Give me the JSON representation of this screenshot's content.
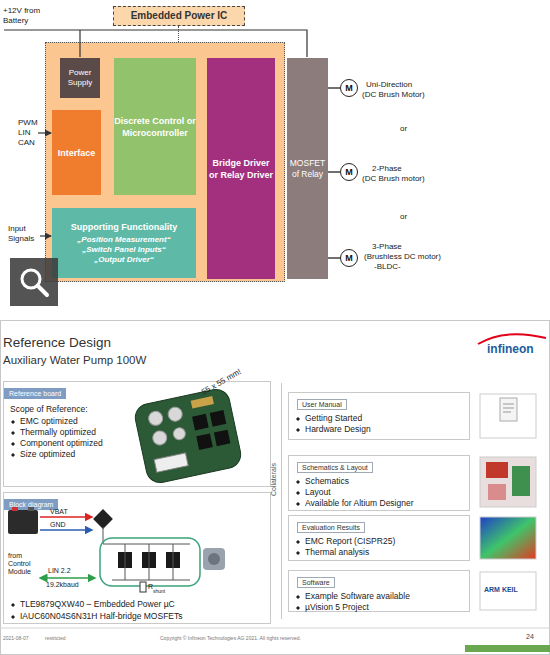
{
  "diagram": {
    "title": "Reference Design",
    "nodes": [
      {
        "text": [
          "Embedded Power IC"
        ]
      },
      {
        "text": [
          "Power Supply"
        ],
        "in": 0
      },
      {
        "text": [
          "Interface"
        ],
        "in": 0
      },
      {
        "text": [
          "Discrete Control or Microcontroller"
        ],
        "in": 0
      },
      {
        "text": [
          "Bridge Driver or Relay Driver"
        ],
        "in": 0
      },
      {
        "text": [
          "Supporting Functionality",
          "„Position Measurement“",
          "„Switch Panel Inputs“",
          "„Output Driver“"
        ],
        "in": 0
      },
      {
        "text": [
          "MOSFET of Relay"
        ]
      },
      {
        "text": [
          "M"
        ]
      },
      {
        "text": [
          "M"
        ]
      },
      {
        "text": [
          "M"
        ]
      },
      {
        "text": [
          "Reference board",
          "Scope of Reference:",
          "EMC optimized",
          "Thermally optimized",
          "Component optimized",
          "Size optimized"
        ]
      },
      {
        "text": [
          "Block diagram",
          "TLE9879QXW40 – Embedded Power µC",
          "IAUC60N04S6N31H Half-bridge MOSFETs"
        ]
      },
      {
        "text": [
          "Collaterals"
        ]
      },
      {
        "text": [
          "User Manual",
          "Getting Started",
          "Hardware Design"
        ],
        "in": 12
      },
      {
        "text": [
          "Schematics & Layout",
          "Schematics",
          "Layout",
          "Available for Altium Designer"
        ],
        "in": 12
      },
      {
        "text": [
          "Evaluation Results",
          "EMC Report (CISPR25)",
          "Thermal analysis"
        ],
        "in": 12
      },
      {
        "text": [
          "Software",
          "Example Software available",
          "µVision 5 Project"
        ],
        "in": 12
      }
    ],
    "edges": [
      {
        "from": 6,
        "to": 7,
        "arrow": "none"
      },
      {
        "from": 6,
        "to": 8,
        "arrow": "none"
      },
      {
        "from": 6,
        "to": 9,
        "arrow": "none"
      }
    ],
    "labels": [
      "+12V from",
      "Battery",
      "PWM",
      "LIN",
      "CAN",
      "Input",
      "Signals",
      "Uni-Direction",
      "(DC Brush Motor)",
      "or",
      "2-Phase",
      "(DC Brush motor)",
      "or",
      "3-Phase",
      "(Brushless DC motor)",
      "-BLDC-",
      "Auxiliary Water Pump 100W",
      "infineon",
      "55 x 55 mm!",
      "VBAT",
      "GND",
      "from",
      "Control",
      "Module",
      "LIN 2.2",
      "19.2kbaud",
      "R",
      "shunt",
      "ARM KEIL",
      "2021-08-07",
      "restricted",
      "Copyright © Infineon Technologies AG 2021. All rights reserved.",
      "24"
    ]
  }
}
